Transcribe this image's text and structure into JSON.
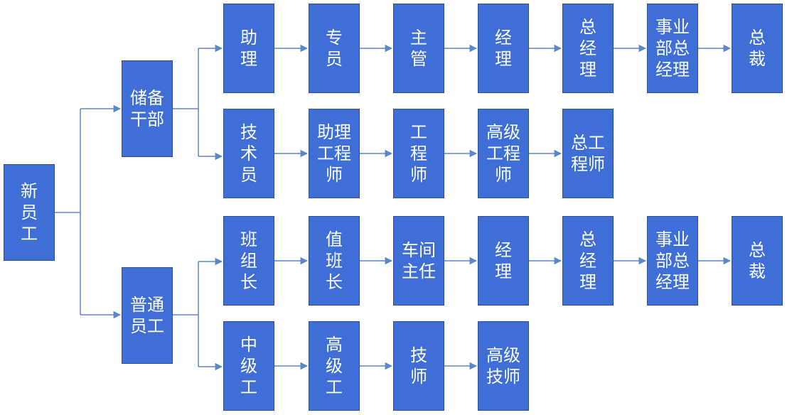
{
  "colors": {
    "box_fill": "#3f6fd6",
    "box_border": "#2d4f9a",
    "line": "#5b86c9",
    "text": "#ffffff"
  },
  "root": "新员工",
  "tracks": {
    "cadre": "储备干部",
    "worker": "普通员工"
  },
  "paths": {
    "management": [
      "助理",
      "专员",
      "主管",
      "经理",
      "总经理",
      "事业部总经理",
      "总裁"
    ],
    "technical": [
      "技术员",
      "助理工程师",
      "工程师",
      "高级工程师",
      "总工程师"
    ],
    "production": [
      "班组长",
      "值班长",
      "车间主任",
      "经理",
      "总经理",
      "事业部总经理",
      "总裁"
    ],
    "skill": [
      "中级工",
      "高级工",
      "技师",
      "高级技师"
    ]
  }
}
